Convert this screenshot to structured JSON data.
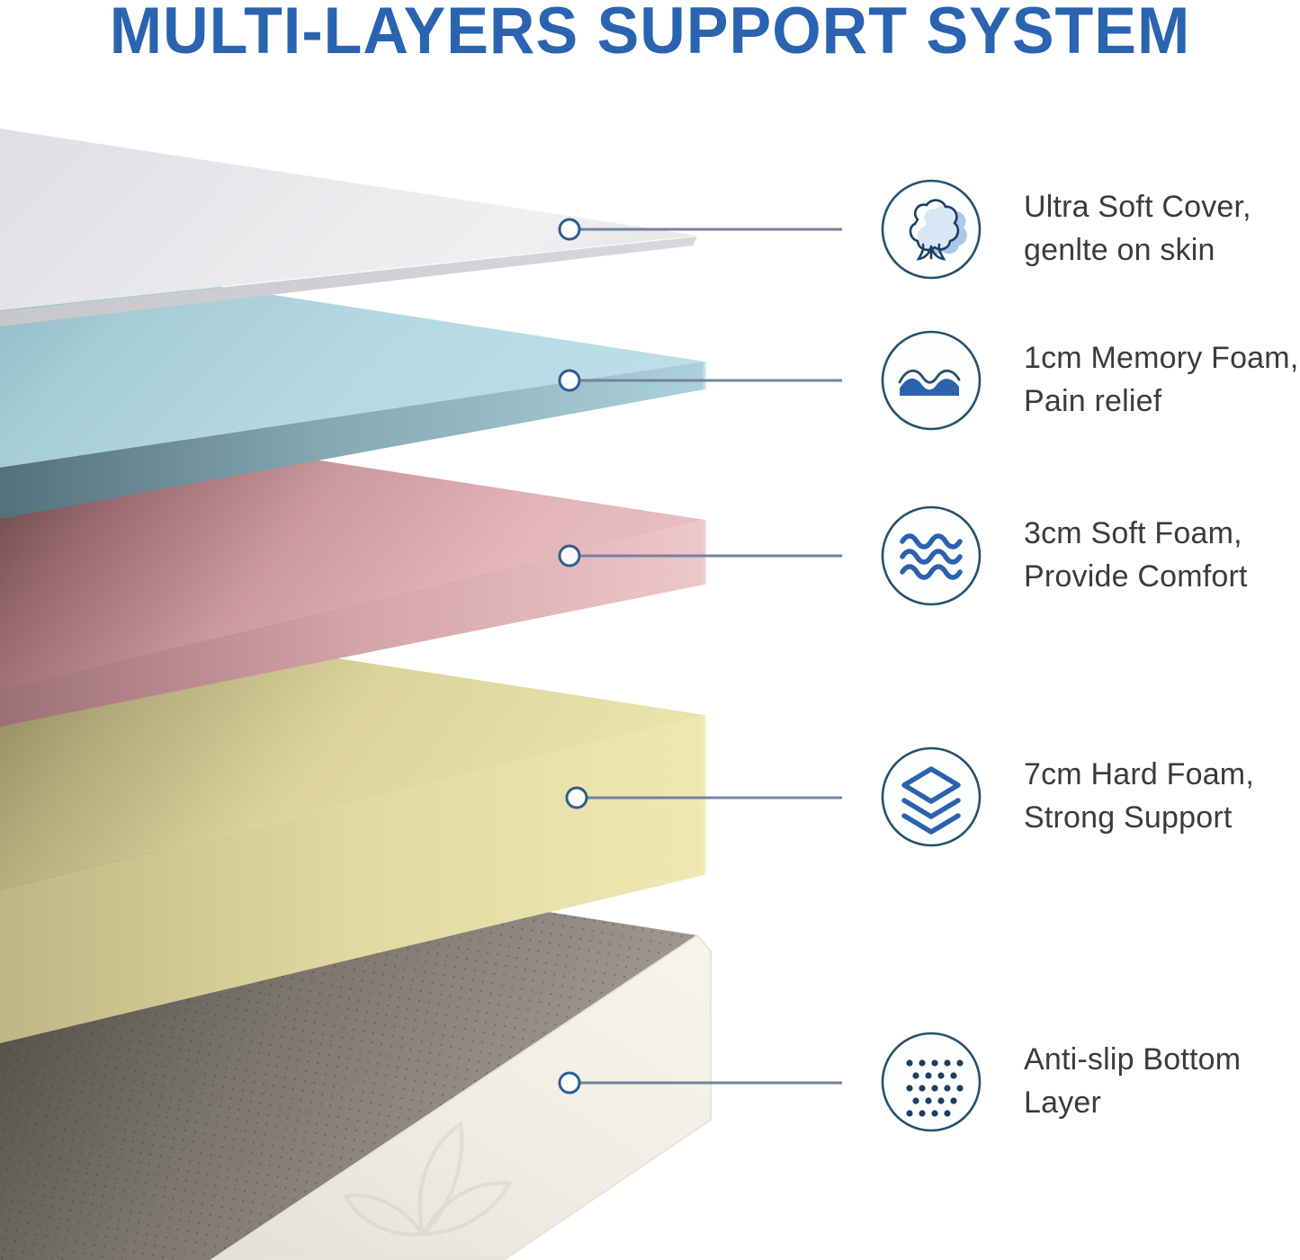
{
  "title": "MULTI-LAYERS SUPPORT SYSTEM",
  "callouts": [
    {
      "icon": "cotton-icon",
      "line1": "Ultra Soft Cover,",
      "line2": "genlte on skin"
    },
    {
      "icon": "memory-foam-icon",
      "line1": "1cm Memory Foam,",
      "line2": "Pain relief"
    },
    {
      "icon": "waves-icon",
      "line1": "3cm Soft Foam,",
      "line2": "Provide Comfort"
    },
    {
      "icon": "layers-icon",
      "line1": "7cm Hard Foam,",
      "line2": "Strong Support"
    },
    {
      "icon": "dots-icon",
      "line1": "Anti-slip Bottom",
      "line2": "Layer"
    }
  ],
  "layers": [
    {
      "name": "ultra-soft-cover",
      "color": "#e9e9ec"
    },
    {
      "name": "memory-foam",
      "color": "#b4d9e2"
    },
    {
      "name": "soft-foam",
      "color": "#e2b3b6"
    },
    {
      "name": "hard-foam",
      "color": "#e6dea5"
    },
    {
      "name": "anti-slip-bottom",
      "color": "#f1eee6",
      "top_color": "#8e8880"
    }
  ],
  "colors": {
    "title_blue": "#2a63b0",
    "icon_blue": "#2b62ae",
    "icon_outline": "#1e3f63",
    "icon_ring": "#25506e",
    "leader_line": "#72849c",
    "text": "#3b3b3d"
  }
}
